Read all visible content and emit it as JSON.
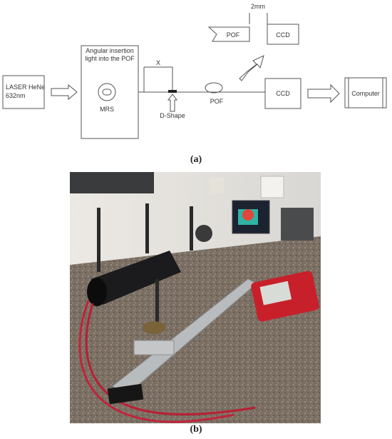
{
  "figure": {
    "caption_a": "(a)",
    "caption_b": "(b)"
  },
  "diagram": {
    "laser_label_line1": "LASER HeNe",
    "laser_label_line2": "632nm",
    "angular_line1": "Angular insertion",
    "angular_line2": "light into the POF",
    "mrs_label": "MRS",
    "x_label": "X",
    "dshape_label": "D-Shape",
    "pof_label": "POF",
    "ccd_label": "CCD",
    "computer_label": "Computer",
    "detail_pof_label": "POF",
    "detail_ccd_label": "CCD",
    "gap_label": "2mm",
    "line_color": "#555555"
  },
  "photo": {
    "screen_label": "",
    "meter_color": "#c8202a"
  }
}
